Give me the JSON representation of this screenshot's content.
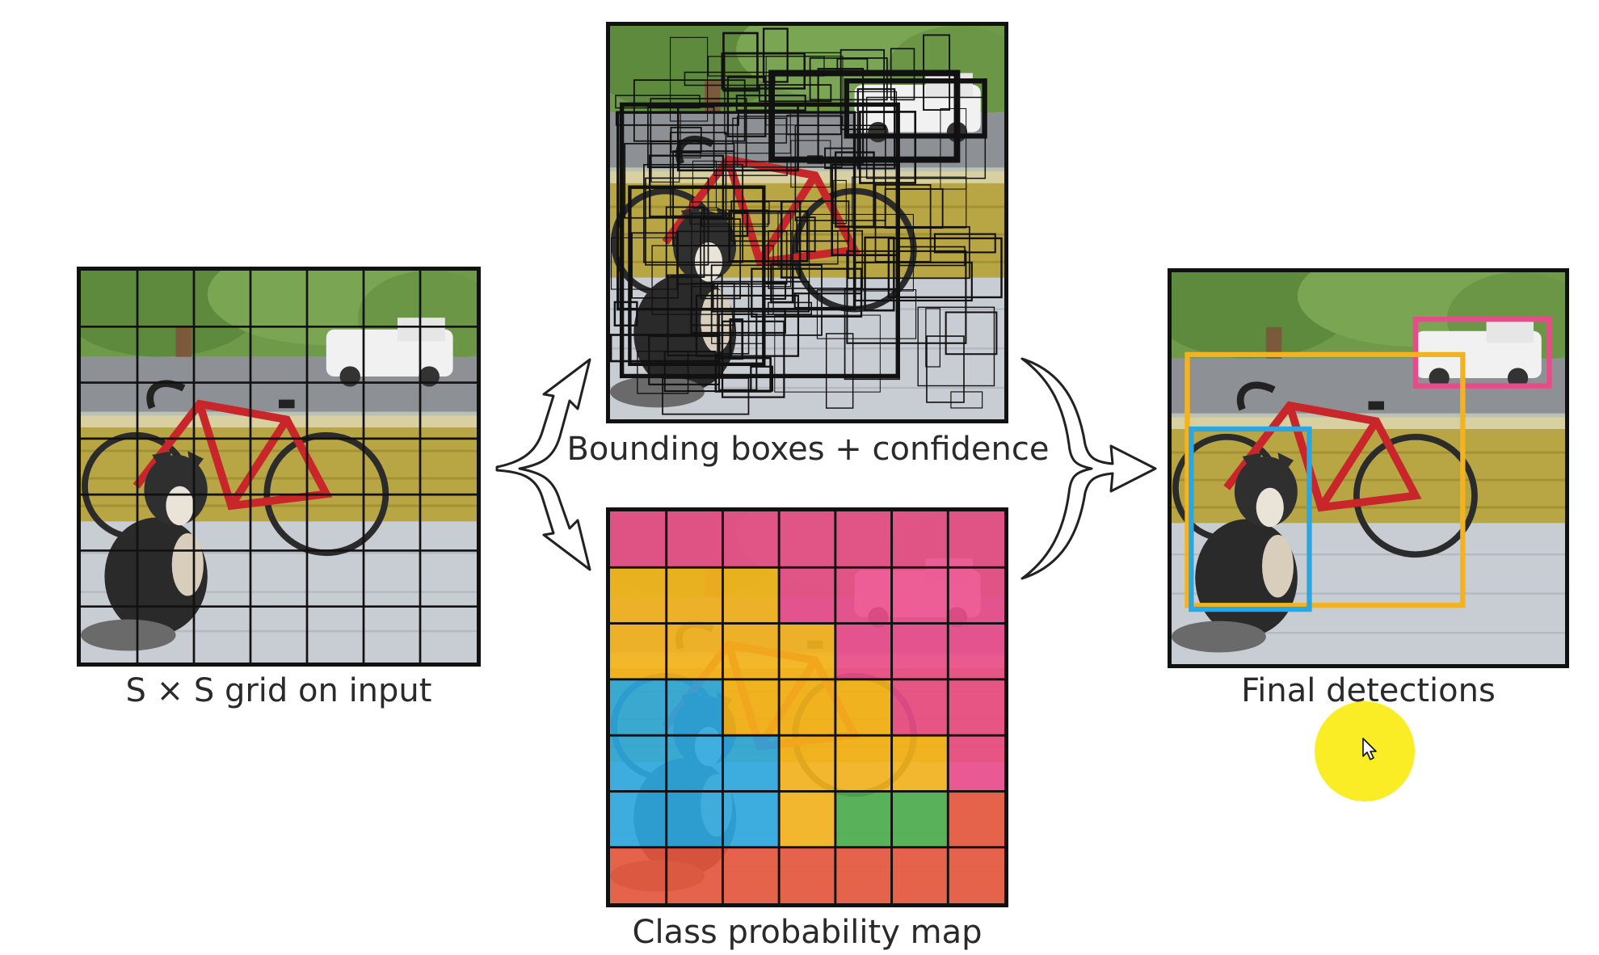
{
  "captions": {
    "input": "S × S grid on input",
    "boxes": "Bounding boxes + confidence",
    "classmap": "Class probability map",
    "final": "Final detections"
  },
  "grid": {
    "cells": 7
  },
  "class_map": [
    [
      "pink",
      "pink",
      "pink",
      "pink",
      "pink",
      "pink",
      "pink"
    ],
    [
      "orange",
      "orange",
      "orange",
      "pink",
      "pink",
      "pink",
      "pink"
    ],
    [
      "orange",
      "orange",
      "orange",
      "orange",
      "pink",
      "pink",
      "pink"
    ],
    [
      "blue",
      "blue",
      "orange",
      "orange",
      "orange",
      "pink",
      "pink"
    ],
    [
      "blue",
      "blue",
      "blue",
      "orange",
      "orange",
      "orange",
      "pink"
    ],
    [
      "blue",
      "blue",
      "blue",
      "orange",
      "green",
      "green",
      "red"
    ],
    [
      "red",
      "red",
      "red",
      "red",
      "red",
      "red",
      "red"
    ]
  ],
  "colors": {
    "pink": "#ec4c8c",
    "orange": "#f6b51c",
    "blue": "#2ea8e0",
    "green": "#4caf4c",
    "red": "#e8583c",
    "pink_box": "#e84a8a",
    "orange_box": "#f5b21f",
    "blue_box": "#2aa7e0",
    "cursor_highlight": "#f8ea14"
  },
  "icons": [
    "pointer-cursor-icon",
    "split-arrow-icon",
    "merge-arrow-icon"
  ]
}
